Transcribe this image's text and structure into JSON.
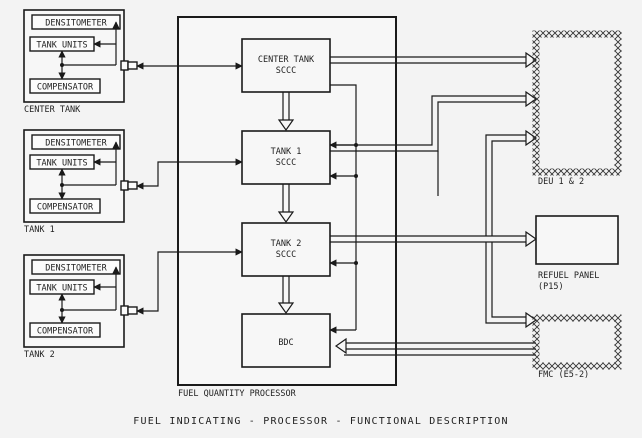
{
  "tank_groups": [
    {
      "name": "CENTER TANK",
      "densitometer": "DENSITOMETER",
      "tank_units": "TANK UNITS",
      "compensator": "COMPENSATOR"
    },
    {
      "name": "TANK 1",
      "densitometer": "DENSITOMETER",
      "tank_units": "TANK UNITS",
      "compensator": "COMPENSATOR"
    },
    {
      "name": "TANK 2",
      "densitometer": "DENSITOMETER",
      "tank_units": "TANK UNITS",
      "compensator": "COMPENSATOR"
    }
  ],
  "processor": {
    "label": "FUEL QUANTITY PROCESSOR",
    "blocks": [
      {
        "line1": "CENTER TANK",
        "line2": "SCCC"
      },
      {
        "line1": "TANK 1",
        "line2": "SCCC"
      },
      {
        "line1": "TANK 2",
        "line2": "SCCC"
      },
      {
        "line1": "BDC",
        "line2": ""
      }
    ]
  },
  "outputs": {
    "deu": "DEU 1 & 2",
    "refuel_line1": "REFUEL PANEL",
    "refuel_line2": "(P15)",
    "fmc": "FMC (E5-2)"
  },
  "caption": "FUEL INDICATING - PROCESSOR - FUNCTIONAL DESCRIPTION"
}
